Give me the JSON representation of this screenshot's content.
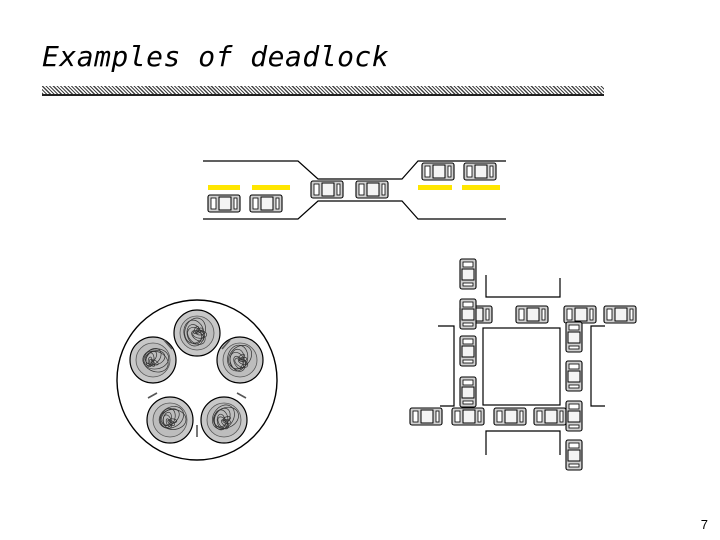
{
  "slide": {
    "title": "Examples of deadlock",
    "page_number": "7"
  },
  "colors": {
    "lane_marker": "#ffe600",
    "car_body": "#d0d0d0",
    "car_outline": "#000000",
    "plate": "#c8c8c8"
  },
  "figures": {
    "bridge": "one-lane-bridge-traffic",
    "intersection": "gridlocked-intersection",
    "philosophers": "dining-philosophers-table"
  }
}
